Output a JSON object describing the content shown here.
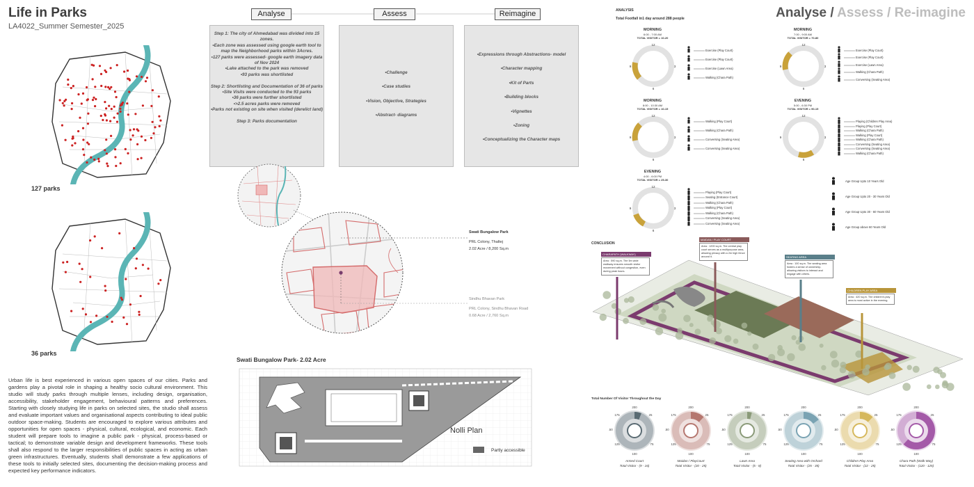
{
  "header": {
    "title": "Life in Parks",
    "subtitle": "LA4022_Summer Semester_2025",
    "heading_dark": "Analyse /",
    "heading_light": " Assess / Re-imagine"
  },
  "maps": {
    "top_label": "127 parks",
    "bottom_label": "36 parks"
  },
  "intro_text": "Urban life is best experienced in various open spaces of our cities. Parks and gardens play a pivotal role in shaping a healthy socio cultural environment. This studio will study parks through multiple lenses, including design, organisation, accessibility, stakeholder engagement, behavioural patterns and preferences. Starting with closely studying life in parks on selected sites, the studio shall assess and evaluate important values and organisational aspects contributing to ideal public outdoor space-making. Students are encouraged to explore various attributes and opportunities for open spaces - physical, cultural, ecological, and economic. Each student will prepare tools to imagine a public park - physical, process-based or tactical; to demonstrate variable design and development frameworks. These tools shall also respond to the larger responsibilities of public spaces in acting as urban green infrastructures. Eventually, students shall demonstrate a few applications of these tools to initially selected sites, documenting the decision-making process and expected key performance indicators.",
  "process": {
    "analyse": {
      "label": "Analyse",
      "lines": [
        "Step 1: The city of Ahmedabad was divided into 15 zones.",
        "•Each zone was assessed using google earth tool to map the Neighborhood parks within 3Acres.",
        "•127 parks were assessed- google earth imagery data of Nov 2024",
        "•Lake attached to the park was removed",
        "•93 parks was shortlisted",
        "",
        "Step 2: Shortlisting and Documentation of 36 of parks",
        "•Site Visits were conducted to the 93 parks",
        "•36 parks were further shortlisted",
        "•>2.5 acres parks were removed",
        "•Parks not existing on site when visited (derelict land)",
        "",
        "Step 3: Parks documentation"
      ]
    },
    "assess": {
      "label": "Assess",
      "lines": [
        "•Challenge",
        "•Case studies",
        "•Vision, Objective, Strategies",
        "•Abstract- diagrams"
      ]
    },
    "reimagine": {
      "label": "Reimagine",
      "lines": [
        "•Expressions through Abstractions- model",
        "•Character mapping",
        "•Kit of Parts",
        "•Building blocks",
        "•Vignettes",
        "•Zoning",
        "•Conceptualizing the Character maps"
      ]
    }
  },
  "site": {
    "park1_name": "Swati Bungalow Park",
    "park1_loc": "PRL Colony, Thaltej",
    "park1_area": "2.02 Acre / 8,200 Sq.m",
    "park2_name": "Sindhu Bhavan Park",
    "park2_loc": "PRL Colony, Sindhu Bhavan Road",
    "park2_area": "0.68 Acre / 2,760 Sq.m"
  },
  "nolli": {
    "title": "Swati Bungalow Park- 2.02 Acre",
    "label": "Nolli Plan",
    "legend": "Partly accessible"
  },
  "analysis": {
    "heading": "ANALYSIS",
    "footfall": "Total Footfall in1 day around 288 people",
    "sessions_left": [
      {
        "title": "MORNING",
        "time": "6:00 - 7:00 AM",
        "visitors": "TOTAL VISITOR = 10-20",
        "top": "12",
        "left": "9",
        "right": "3",
        "bottom": "6",
        "arc": "left-bottom",
        "acts": [
          "Exercise (Play Court)",
          "Exercise (Play Court)",
          "Exercise (Lawn Area)",
          "Walking (Chara Path)"
        ]
      },
      {
        "title": "MORNING",
        "time": "8:00 - 10:30 AM",
        "visitors": "TOTAL VISITOR = 10-15",
        "top": "12",
        "left": "9",
        "right": "3",
        "bottom": "6",
        "arc": "left",
        "acts": [
          "Walking (Play Court)",
          "Walking (Chara Path)",
          "Conversing (Seating Area)",
          "Conversing (Seating Area)"
        ]
      },
      {
        "title": "EVENING",
        "time": "4:00 - 6:00 PM",
        "visitors": "TOTAL VISITOR = 25-30",
        "top": "12",
        "left": "9",
        "right": "3",
        "bottom": "6",
        "arc": "bottom-left",
        "acts": [
          "Playing (Play Court)",
          "Seating (Entrance Court)",
          "Walking (Chara Path)",
          "Walking (Play Court)",
          "Walking (Chara Path)",
          "Conversing (Seating Area)",
          "Conversing (Seating Area)"
        ]
      }
    ],
    "sessions_right": [
      {
        "title": "MORNING",
        "time": "7:00 - 9:00 AM",
        "visitors": "TOTAL VISITOR = 70-80",
        "top": "12",
        "left": "9",
        "right": "3",
        "bottom": "6",
        "arc": "left",
        "acts": [
          "Exercise (Play Court)",
          "Exercise (Play Court)",
          "Exercise (Lawn Area)",
          "Walking (Chara Path)",
          "Conversing (Seating Area)"
        ]
      },
      {
        "title": "EVENING",
        "time": "5:00 - 6:30 PM",
        "visitors": "TOTAL VISITOR = 90-15",
        "top": "12",
        "left": "9",
        "right": "3",
        "bottom": "6",
        "arc": "bottom",
        "acts": [
          "Playing (Children Play Area)",
          "Playing (Play Court)",
          "Walking (Chara Path)",
          "Walking (Play Court)",
          "Walking (Chara Path)",
          "Conversing (Seating Area)",
          "Conversing (Seating Area)",
          "Walking (Chara Path)"
        ]
      }
    ],
    "age_groups": [
      "Age Group Upto 10 Years Old",
      "Age Group Upto 20 - 30 Years Old",
      "Age Group Upto 30 - 60 Years Old",
      "Age Group above 60 Years Old"
    ]
  },
  "conclusion": {
    "heading": "CONCLUSION",
    "callouts": [
      {
        "name": "CHARAPATH (WALKWAY)",
        "color": "#7b3b6e",
        "text": "Area : 590 sq.m. The 5m wide walkway ensures smooth visitor movement without congestion, even during peak hours."
      },
      {
        "name": "MAIDAN / PLAY COURT",
        "color": "#8a5a5a",
        "text": "Area : 1200 sq.m. The central play court serves as a multipurpose area, allowing privacy with a 2m high fence around it."
      },
      {
        "name": "SEATING AREA",
        "color": "#5a7f8a",
        "text": "Area : 100 sq.m. The seating area fosters a sense of ownership, allowing visitors to interact and engage with others."
      },
      {
        "name": "CHILDREN PLAY AREA",
        "color": "#b8953a",
        "text": "Area : 420 sq.m. The children's play area is most active in the evening."
      }
    ]
  },
  "visitors_chart": {
    "title": "Total Number Of Visitor Throughout the Day",
    "scale": [
      "200",
      "25",
      "75",
      "100",
      "125",
      "150",
      "175"
    ],
    "rings": [
      {
        "name": "Armed Court",
        "total": "Total Visitor - (9 - 16)",
        "color": "#5a6b73",
        "frac": 0.06
      },
      {
        "name": "Maidan / PlayCourt",
        "total": "Total Visitor - (20 - 25)",
        "color": "#b5776f",
        "frac": 0.12
      },
      {
        "name": "Lawn Area",
        "total": "Total Visitor - (5 - 8)",
        "color": "#8a9a78",
        "frac": 0.04
      },
      {
        "name": "Seating Area with Orchard",
        "total": "Total Visitor - (25 - 35)",
        "color": "#7aa3b3",
        "frac": 0.15
      },
      {
        "name": "Children Play Area",
        "total": "Total Visitor - (22 - 25)",
        "color": "#d6b85c",
        "frac": 0.12
      },
      {
        "name": "Chara Path (Walk Way)",
        "total": "Total Visitor - (120 - 125)",
        "color": "#a45aa8",
        "frac": 0.62
      }
    ]
  },
  "colors": {
    "river": "#5bb5b5",
    "dots": "#cc2222",
    "site": "#d46a6a",
    "accent_gold": "#c9a23a"
  }
}
